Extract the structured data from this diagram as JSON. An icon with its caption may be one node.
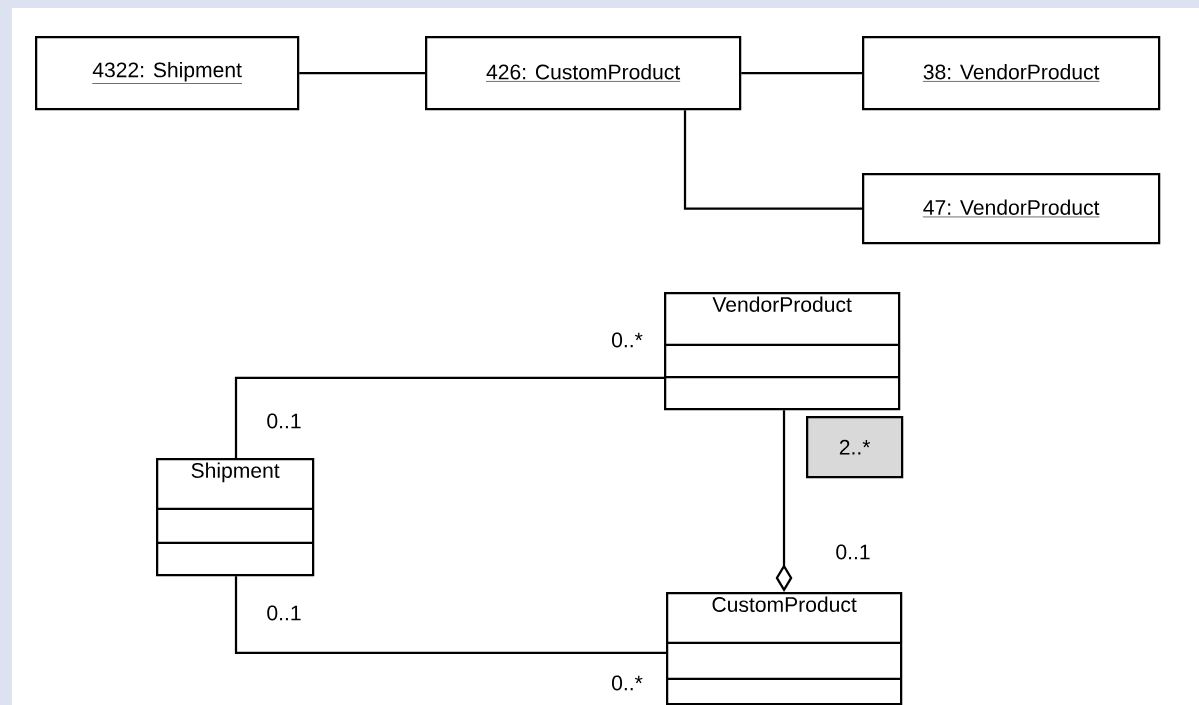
{
  "diagram": {
    "nodes": [
      {
        "text": [
          "4322: Shipment"
        ]
      },
      {
        "text": [
          "426: CustomProduct"
        ]
      },
      {
        "text": [
          "38: VendorProduct"
        ]
      },
      {
        "text": [
          "47: VendorProduct"
        ]
      },
      {
        "text": [
          "VendorProduct"
        ]
      },
      {
        "text": [
          "Shipment"
        ]
      },
      {
        "text": [
          "CustomProduct"
        ]
      },
      {
        "text": [
          "2..*"
        ]
      }
    ],
    "edges": [
      {
        "from": 0,
        "to": 1,
        "arrow": "none"
      },
      {
        "from": 1,
        "to": 2,
        "arrow": "none"
      },
      {
        "from": 1,
        "to": 3,
        "arrow": "none"
      },
      {
        "from": 5,
        "to": 4,
        "arrow": "none"
      },
      {
        "from": 4,
        "to": 6,
        "arrow": "other"
      },
      {
        "from": 5,
        "to": 6,
        "arrow": "none"
      }
    ],
    "labels": [
      "0..*",
      "0..1",
      "0..1",
      "0..1",
      "0..*"
    ]
  }
}
